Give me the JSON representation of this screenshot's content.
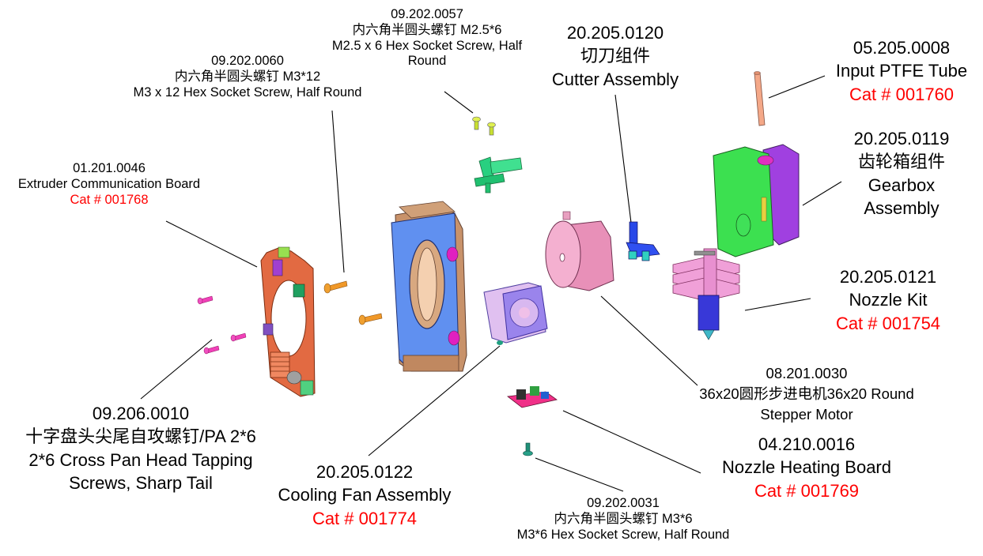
{
  "diagram": {
    "callouts": [
      {
        "id": "screw-m2-5x6",
        "part_no": "09.202.0057",
        "name_cn": "内六角半圆头螺钉 M2.5*6",
        "name_en_1": "M2.5 x 6 Hex Socket Screw, Half",
        "name_en_2": "Round"
      },
      {
        "id": "screw-m3x12",
        "part_no": "09.202.0060",
        "name_cn": "内六角半圆头螺钉 M3*12",
        "name_en": "M3 x 12 Hex Socket Screw, Half Round"
      },
      {
        "id": "extruder-board",
        "part_no": "01.201.0046",
        "name_en": "Extruder Communication Board",
        "cat": "Cat # 001768"
      },
      {
        "id": "cutter-assembly",
        "part_no": "20.205.0120",
        "name_cn": "切刀组件",
        "name_en": "Cutter Assembly"
      },
      {
        "id": "ptfe-tube",
        "part_no": "05.205.0008",
        "name_en": "Input PTFE Tube",
        "cat": "Cat # 001760"
      },
      {
        "id": "gearbox-assembly",
        "part_no": "20.205.0119",
        "name_cn": "齿轮箱组件",
        "name_en_1": "Gearbox",
        "name_en_2": "Assembly"
      },
      {
        "id": "nozzle-kit",
        "part_no": "20.205.0121",
        "name_en": "Nozzle Kit",
        "cat": "Cat # 001754"
      },
      {
        "id": "stepper-motor",
        "part_no": "08.201.0030",
        "name_cn": "36x20圆形步进电机36x20 Round",
        "name_en": "Stepper Motor"
      },
      {
        "id": "tapping-screws",
        "part_no": "09.206.0010",
        "name_cn": "十字盘头尖尾自攻螺钉/PA 2*6",
        "name_en_1": "2*6 Cross Pan Head Tapping",
        "name_en_2": "Screws, Sharp Tail"
      },
      {
        "id": "cooling-fan",
        "part_no": "20.205.0122",
        "name_en": "Cooling Fan Assembly",
        "cat": "Cat # 001774"
      },
      {
        "id": "nozzle-heating-board",
        "part_no": "04.210.0016",
        "name_en": "Nozzle Heating Board",
        "cat": "Cat # 001769"
      },
      {
        "id": "screw-m3x6",
        "part_no": "09.202.0031",
        "name_cn": "内六角半圆头螺钉 M3*6",
        "name_en": "M3*6 Hex Socket Screw, Half Round"
      }
    ],
    "colors": {
      "cat_number": "#ff0000",
      "board": "#e0643c",
      "frame_blue": "#5b8cf0",
      "frame_bronze": "#c8926a",
      "fan": "#a08be8",
      "motor": "#f0a6c8",
      "cutter": "#2040e0",
      "gearbox_green": "#3ce050",
      "gearbox_purple": "#a040e0",
      "nozzle_pink": "#f09ad8",
      "nozzle_blue": "#3838d8",
      "ptfe": "#f4a888",
      "screw_orange": "#f09020",
      "screw_magenta": "#f030b0",
      "screw_yellow": "#d8f040",
      "screw_teal": "#208878",
      "heating_board": "#f03088"
    }
  }
}
